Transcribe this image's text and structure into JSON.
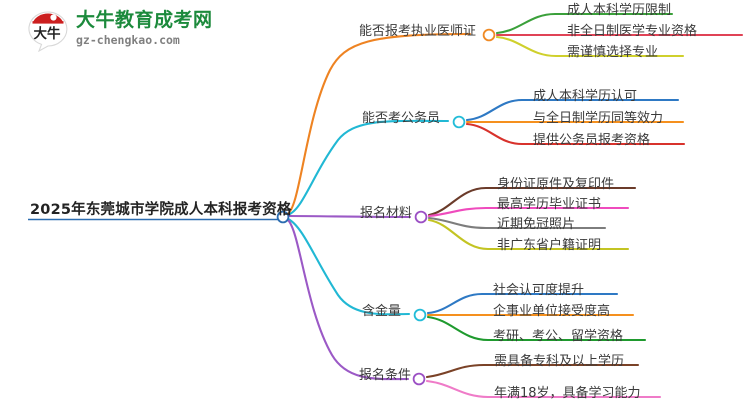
{
  "brand": {
    "logo_icon": "daniu-seal-icon",
    "title": "大牛教育成考网",
    "domain": "gz-chengkao.com",
    "title_color": "#1c8a3c",
    "mark_color": "#cc1f1f"
  },
  "mindmap": {
    "root": {
      "label": "2025年东莞城市学院成人本科报考资格",
      "node_color": "#2b6cb0",
      "underline_color": "#2b6cb0"
    },
    "branches": [
      {
        "label": "能否报考执业医师证",
        "link_color": "#ee8322",
        "node_color": "#f08a24",
        "children": [
          {
            "label": "成人本科学历限制",
            "color": "#3aa03a"
          },
          {
            "label": "非全日制医学专业资格",
            "color": "#e04356"
          },
          {
            "label": "需谨慎选择专业",
            "color": "#cfd02c"
          }
        ]
      },
      {
        "label": "能否考公务员",
        "link_color": "#21b8d4",
        "node_color": "#22bcd8",
        "children": [
          {
            "label": "成人本科学历认可",
            "color": "#2e79c4"
          },
          {
            "label": "与全日制学历同等效力",
            "color": "#f5901e"
          },
          {
            "label": "提供公务员报考资格",
            "color": "#d8322c"
          }
        ]
      },
      {
        "label": "报名材料",
        "link_color": "#9b59c6",
        "node_color": "#9b4fc4",
        "children": [
          {
            "label": "身份证原件及复印件",
            "color": "#6b3b2a"
          },
          {
            "label": "最高学历毕业证书",
            "color": "#ef4bbd"
          },
          {
            "label": "近期免冠照片",
            "color": "#7d7d7d"
          },
          {
            "label": "非广东省户籍证明",
            "color": "#c3c423"
          }
        ]
      },
      {
        "label": "含金量",
        "link_color": "#21b8d4",
        "node_color": "#22bcd8",
        "children": [
          {
            "label": "社会认可度提升",
            "color": "#2e79c4"
          },
          {
            "label": "企事业单位接受度高",
            "color": "#f5901e"
          },
          {
            "label": "考研、考公、留学资格",
            "color": "#1f9a2e"
          }
        ]
      },
      {
        "label": "报名条件",
        "link_color": "#9b59c6",
        "node_color": "#9b4fc4",
        "children": [
          {
            "label": "需具备专科及以上学历",
            "color": "#7a4227"
          },
          {
            "label": "年满18岁，具备学习能力",
            "color": "#ef7bc8"
          }
        ]
      }
    ]
  }
}
